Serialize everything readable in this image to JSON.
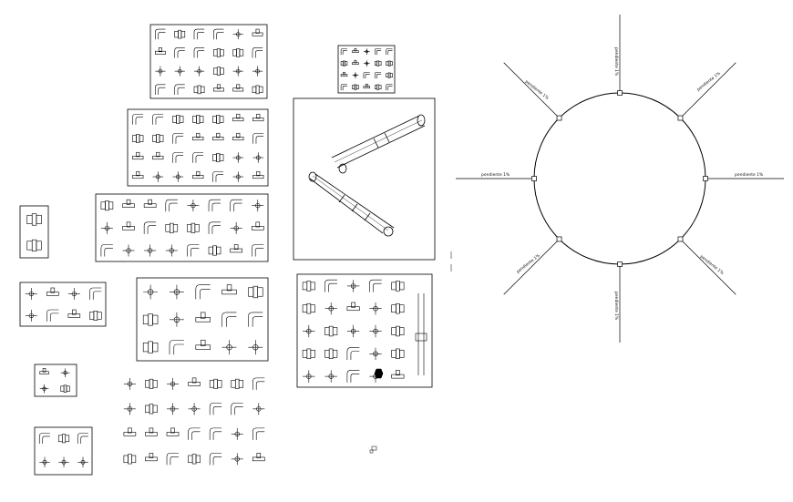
{
  "drawing": {
    "stroke_color": "#000000",
    "background": "#ffffff",
    "radial_labels": {
      "left": "pendiente 1%",
      "right": "pendiente 1%",
      "top": "pendiente 1%",
      "bottom": "pendiente 1%",
      "upper_left": "pendiente 1%",
      "upper_right": "pendiente 1%",
      "lower_left": "pendiente 1%",
      "lower_right": "pendiente 1%"
    }
  }
}
